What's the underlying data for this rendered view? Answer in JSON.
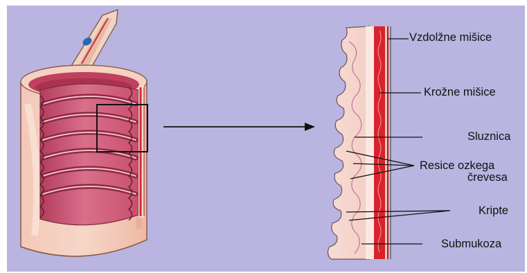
{
  "labels": {
    "longitudinal_muscle": "Vzdolžne mišice",
    "circular_muscle": "Krožne mišice",
    "mucosa": "Sluznica",
    "villi_line1": "Resice ozkega",
    "villi_line2": "črevesa",
    "crypts": "Kripte",
    "submucosa": "Submukoza"
  }
}
